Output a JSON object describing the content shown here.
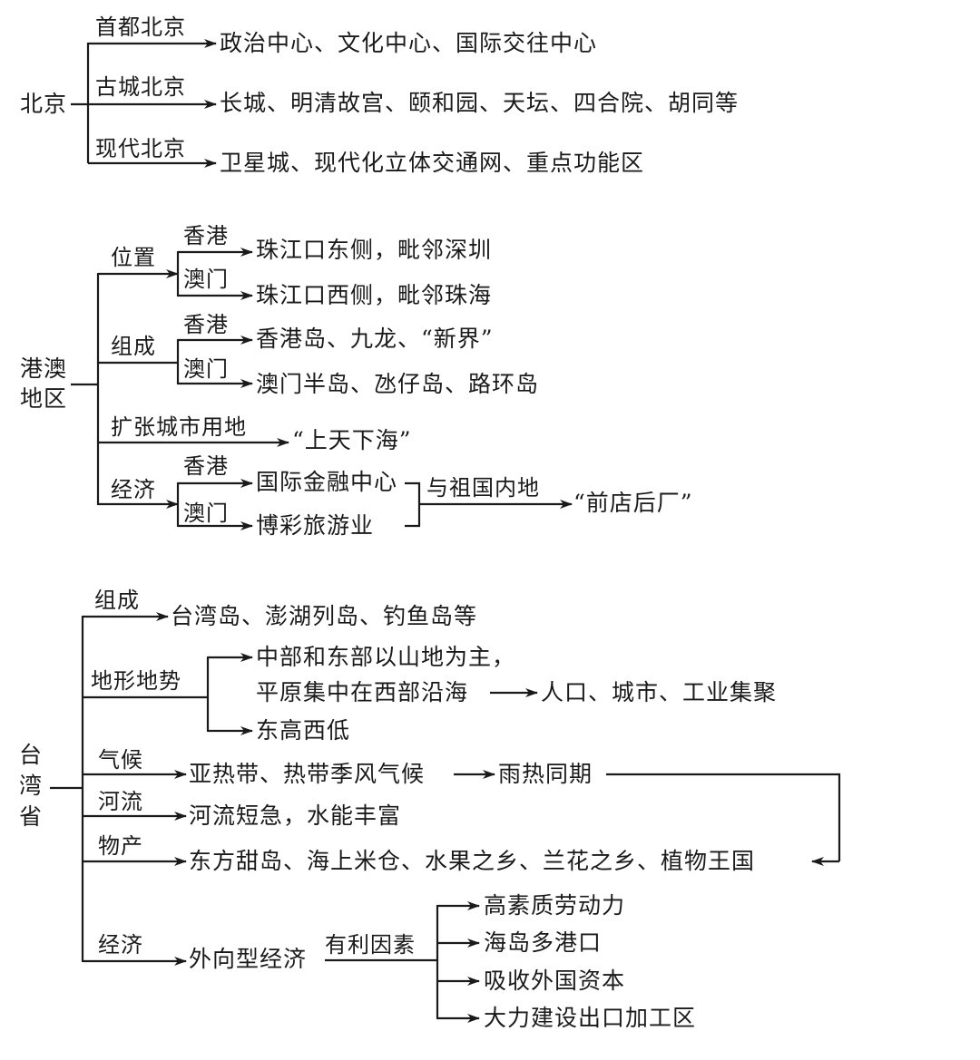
{
  "beijing": {
    "root": "北京",
    "branches": [
      {
        "label": "首都北京",
        "text": "政治中心、文化中心、国际交往中心"
      },
      {
        "label": "古城北京",
        "text": "长城、明清故宫、颐和园、天坛、四合院、胡同等"
      },
      {
        "label": "现代北京",
        "text": "卫星城、现代化立体交通网、重点功能区"
      }
    ]
  },
  "hk_macau": {
    "root_line1": "港澳",
    "root_line2": "地区",
    "location": {
      "label": "位置",
      "hk_label": "香港",
      "hk_text": "珠江口东侧，毗邻深圳",
      "mo_label": "澳门",
      "mo_text": "珠江口西侧，毗邻珠海"
    },
    "composition": {
      "label": "组成",
      "hk_label": "香港",
      "hk_text": "香港岛、九龙、“新界”",
      "mo_label": "澳门",
      "mo_text": "澳门半岛、氹仔岛、路环岛"
    },
    "land": {
      "label": "扩张城市用地",
      "text": "“上天下海”"
    },
    "economy": {
      "label": "经济",
      "hk_label": "香港",
      "hk_text": "国际金融中心",
      "mo_label": "澳门",
      "mo_text": "博彩旅游业",
      "link_label": "与祖国内地",
      "result": "“前店后厂”"
    }
  },
  "taiwan": {
    "root": "台湾省",
    "composition": {
      "label": "组成",
      "text": "台湾岛、澎湖列岛、钓鱼岛等"
    },
    "terrain": {
      "label": "地形地势",
      "text1_line1": "中部和东部以山地为主，",
      "text1_line2": "平原集中在西部沿海",
      "text1_result": "人口、城市、工业集聚",
      "text2": "东高西低"
    },
    "climate": {
      "label": "气候",
      "text": "亚热带、热带季风气候",
      "result": "雨热同期"
    },
    "rivers": {
      "label": "河流",
      "text": "河流短急，水能丰富"
    },
    "products": {
      "label": "物产",
      "text": "东方甜岛、海上米仓、水果之乡、兰花之乡、植物王国"
    },
    "economy": {
      "label": "经济",
      "text": "外向型经济",
      "factors_label": "有利因素",
      "factors": [
        "高素质劳动力",
        "海岛多港口",
        "吸收外国资本",
        "大力建设出口加工区"
      ]
    }
  }
}
